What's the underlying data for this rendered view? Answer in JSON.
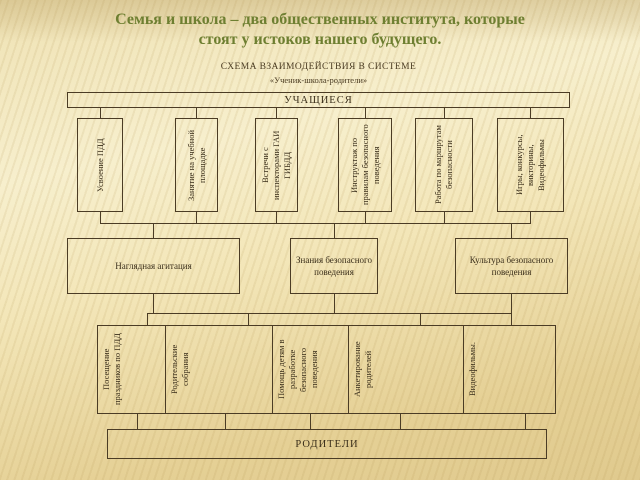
{
  "slide": {
    "title_line1": "Семья и школа – два общественных института, которые",
    "title_line2": "стоят у истоков нашего будущего."
  },
  "diagram": {
    "heading_line1": "СХЕМА ВЗАИМОДЕЙСТВИЯ В СИСТЕМЕ",
    "heading_line2": "«Ученик-школа-родители»",
    "students_label": "УЧАЩИЕСЯ",
    "parents_label": "РОДИТЕЛИ",
    "student_activities": [
      "Усвоение ПДД",
      "Занятие на учебной площадке",
      "Встречи с инспекторами ГАИ ГИБДД",
      "Инструктаж по правилам безопасного поведения",
      "Работа по маршрутам безопасности",
      "Игры, конкурсы, викторины, Видеофильмы"
    ],
    "outcomes": [
      "Наглядная агитация",
      "Знания безопасного поведения",
      "Культура безопасного поведения"
    ],
    "parent_activities": [
      "Посещение праздников по ПДД",
      "Родительские собрания",
      "Помощь детям в разработке безопасного поведения",
      "Анкетирование родителей",
      "Видеофильмы."
    ]
  },
  "colors": {
    "title_text": "#6e7f31",
    "diagram_line": "#4b3c25",
    "background_top": "#f7efcd",
    "background_bottom": "#e0ca8e"
  }
}
